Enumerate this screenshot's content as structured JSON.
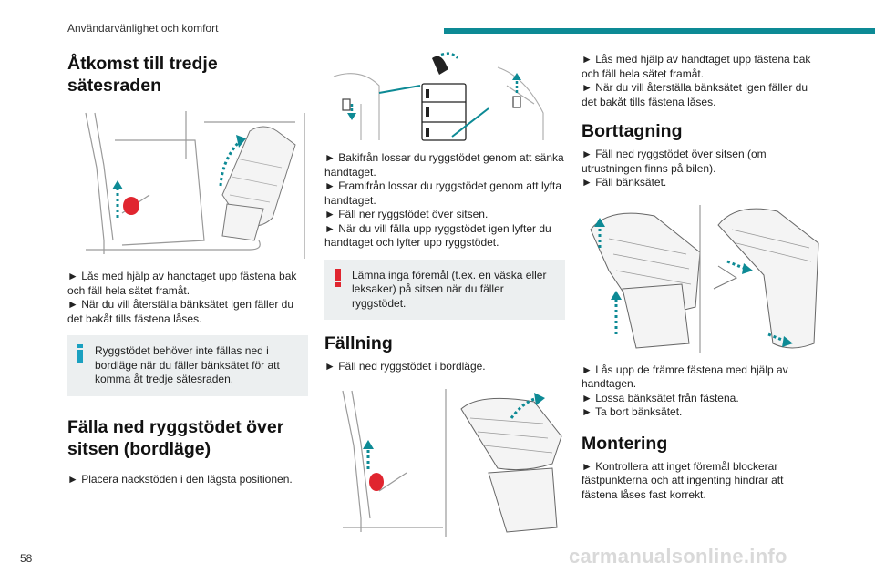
{
  "header": {
    "section": "Användarvänlighet och komfort",
    "accent_color": "#0d8a95"
  },
  "page_number": "58",
  "watermark": "carmanualsonline.info",
  "col1": {
    "title1_line1": "Åtkomst till tredje",
    "title1_line2": "sätesraden",
    "bullets1": [
      "► Lås med hjälp av handtaget upp fästena bak och fäll hela sätet framåt.",
      "► När du vill återställa bänksätet igen fäller du det bakåt tills fästena låses."
    ],
    "info_note": "Ryggstödet behöver inte fällas ned i bordläge när du fäller bänksätet för att komma åt tredje sätesraden.",
    "title2_line1": "Fälla ned ryggstödet över",
    "title2_line2": "sitsen (bordläge)",
    "bullets2": [
      "► Placera nackstöden i den lägsta positionen."
    ]
  },
  "col2": {
    "bullets1": [
      "► Bakifrån lossar du ryggstödet genom att sänka handtaget.",
      "► Framifrån lossar du ryggstödet genom att lyfta handtaget.",
      "► Fäll ner ryggstödet över sitsen.",
      "► När du vill fälla upp ryggstödet igen lyfter du handtaget och lyfter upp ryggstödet."
    ],
    "warning_note": "Lämna inga föremål (t.ex. en väska eller leksaker) på sitsen när du fäller ryggstödet.",
    "title": "Fällning",
    "bullets2": [
      "► Fäll ned ryggstödet i bordläge."
    ]
  },
  "col3": {
    "bullets1": [
      "► Lås med hjälp av handtaget upp fästena bak och fäll hela sätet framåt.",
      "► När du vill återställa bänksätet igen fäller du det bakåt tills fästena låses."
    ],
    "title1": "Borttagning",
    "bullets2": [
      "► Fäll ned ryggstödet över sitsen (om utrustningen finns på bilen).",
      "► Fäll bänksätet."
    ],
    "bullets3": [
      "► Lås upp de främre fästena med hjälp av handtagen.",
      "► Lossa bänksätet från fästena.",
      "► Ta bort bänksätet."
    ],
    "title2": "Montering",
    "bullets4": [
      "► Kontrollera att inget föremål blockerar fästpunkterna och att ingenting hindrar att fästena låses fast korrekt."
    ]
  },
  "colors": {
    "info_icon": "#1aa0c0",
    "warning_icon": "#e0252f",
    "arrow_teal": "#0d8a95",
    "handle_red": "#e0252f"
  }
}
